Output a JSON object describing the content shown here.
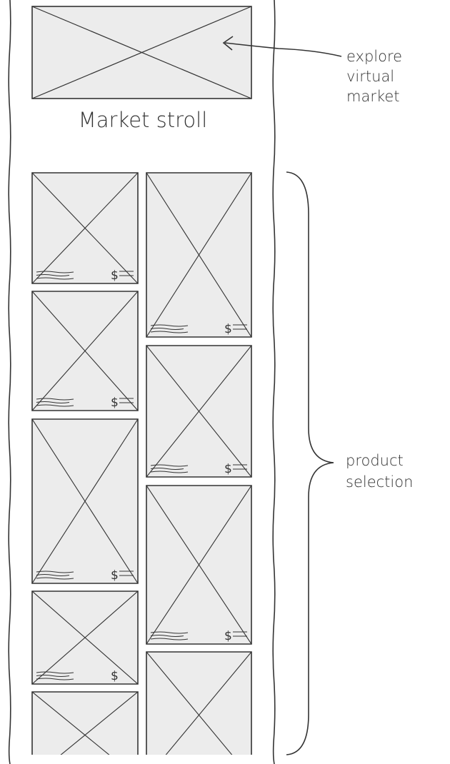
{
  "hero": {
    "title": "Market stroll"
  },
  "annotations": {
    "explore": [
      "explore",
      "virtual",
      "market"
    ],
    "product": [
      "product",
      "selection"
    ]
  },
  "product_card": {
    "price_glyph": "$"
  },
  "product_cards_left": [
    {
      "label_lines": 3,
      "price_lines": true
    },
    {
      "label_lines": 3,
      "price_lines": true
    },
    {
      "label_lines": 3,
      "price_lines": true
    },
    {
      "label_lines": 3,
      "price_lines": false
    },
    {
      "label_lines": 0,
      "price_lines": false
    }
  ],
  "product_cards_right": [
    {
      "label_lines": 3,
      "price_lines": true
    },
    {
      "label_lines": 3,
      "price_lines": true
    },
    {
      "label_lines": 3,
      "price_lines": true
    },
    {
      "label_lines": 0,
      "price_lines": false
    }
  ],
  "colors": {
    "ink": "#333333",
    "placeholder_fill": "#ececec",
    "background": "#ffffff"
  }
}
